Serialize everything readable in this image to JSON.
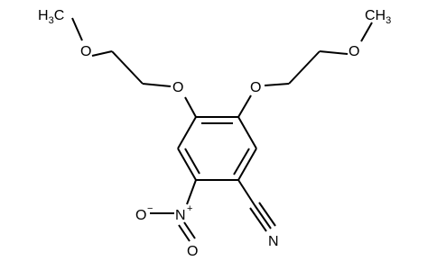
{
  "molecule": {
    "atoms": {
      "methyl_left": "CH3",
      "ether_o_left": "O",
      "aryl_o_left": "O",
      "aryl_o_right": "O",
      "ether_o_right": "O",
      "methyl_right": "CH3",
      "nitro_n": "N",
      "nitro_o_minus": "O",
      "nitro_o_double": "O",
      "nitrile_n": "N"
    },
    "charges": {
      "nitro_n": "+",
      "nitro_o": "−"
    }
  }
}
